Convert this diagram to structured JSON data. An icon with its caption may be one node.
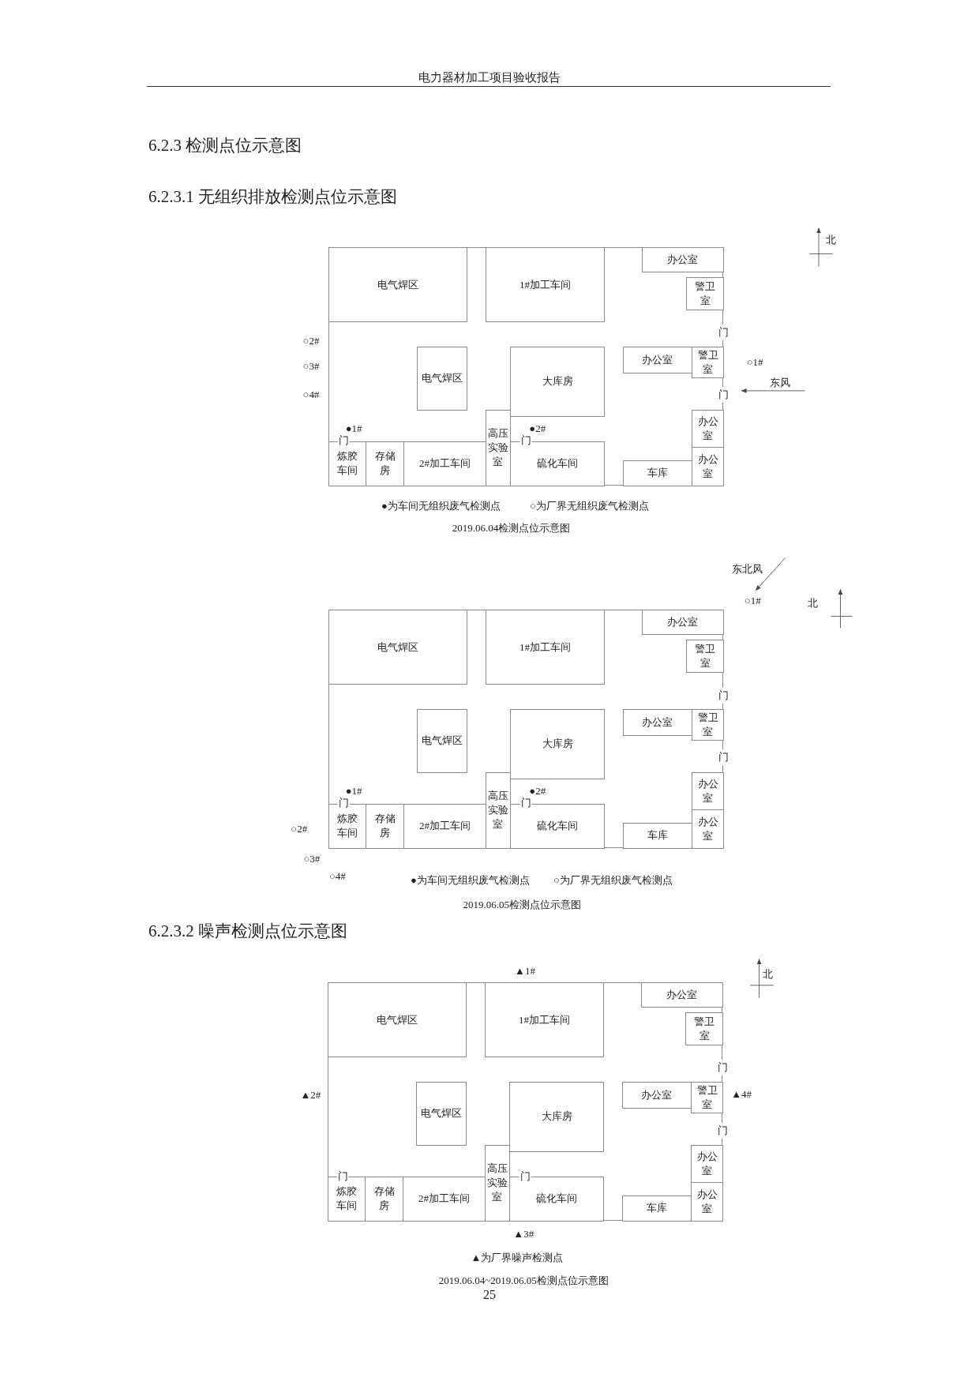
{
  "diagram": {
    "title": "6.2.3 检测点位示意图",
    "nodes": [
      {
        "text": [],
        "shape": "box"
      },
      {
        "text": [
          "电气焊区"
        ],
        "in": 0
      },
      {
        "text": [
          "1#加工车间"
        ],
        "in": 0
      },
      {
        "text": [
          "办公室"
        ],
        "in": 0
      },
      {
        "text": [
          "警卫室"
        ],
        "in": 0
      },
      {
        "text": [
          "办公室"
        ],
        "in": 0
      },
      {
        "text": [
          "警卫室"
        ],
        "in": 0
      },
      {
        "text": [
          "电气焊区"
        ],
        "in": 0
      },
      {
        "text": [
          "大库房"
        ],
        "in": 0
      },
      {
        "text": [
          "办公室"
        ],
        "in": 0
      },
      {
        "text": [
          "高压实验室"
        ],
        "in": 0
      },
      {
        "text": [
          "炼胶车间"
        ],
        "in": 0
      },
      {
        "text": [
          "存储房"
        ],
        "in": 0
      },
      {
        "text": [
          "2#加工车间"
        ],
        "in": 0
      },
      {
        "text": [
          "硫化车间"
        ],
        "in": 0
      },
      {
        "text": [
          "车库"
        ],
        "in": 0
      },
      {
        "text": [
          "办公室"
        ],
        "in": 0
      },
      {
        "text": [],
        "shape": "box"
      },
      {
        "text": [
          "电气焊区"
        ],
        "in": 17
      },
      {
        "text": [
          "1#加工车间"
        ],
        "in": 17
      },
      {
        "text": [
          "办公室"
        ],
        "in": 17
      },
      {
        "text": [
          "警卫室"
        ],
        "in": 17
      },
      {
        "text": [
          "办公室"
        ],
        "in": 17
      },
      {
        "text": [
          "警卫室"
        ],
        "in": 17
      },
      {
        "text": [
          "电气焊区"
        ],
        "in": 17
      },
      {
        "text": [
          "大库房"
        ],
        "in": 17
      },
      {
        "text": [
          "办公室"
        ],
        "in": 17
      },
      {
        "text": [
          "高压实验室"
        ],
        "in": 17
      },
      {
        "text": [
          "炼胶车间"
        ],
        "in": 17
      },
      {
        "text": [
          "存储房"
        ],
        "in": 17
      },
      {
        "text": [
          "2#加工车间"
        ],
        "in": 17
      },
      {
        "text": [
          "硫化车间"
        ],
        "in": 17
      },
      {
        "text": [
          "车库"
        ],
        "in": 17
      },
      {
        "text": [
          "办公室"
        ],
        "in": 17
      },
      {
        "text": [],
        "shape": "box"
      },
      {
        "text": [
          "电气焊区"
        ],
        "in": 34
      },
      {
        "text": [
          "1#加工车间"
        ],
        "in": 34
      },
      {
        "text": [
          "办公室"
        ],
        "in": 34
      },
      {
        "text": [
          "警卫室"
        ],
        "in": 34
      },
      {
        "text": [
          "办公室"
        ],
        "in": 34
      },
      {
        "text": [
          "警卫室"
        ],
        "in": 34
      },
      {
        "text": [
          "电气焊区"
        ],
        "in": 34
      },
      {
        "text": [
          "大库房"
        ],
        "in": 34
      },
      {
        "text": [
          "办公室"
        ],
        "in": 34
      },
      {
        "text": [
          "高压实验室"
        ],
        "in": 34
      },
      {
        "text": [
          "炼胶车间"
        ],
        "in": 34
      },
      {
        "text": [
          "存储房"
        ],
        "in": 34
      },
      {
        "text": [
          "2#加工车间"
        ],
        "in": 34
      },
      {
        "text": [
          "硫化车间"
        ],
        "in": 34
      },
      {
        "text": [
          "车库"
        ],
        "in": 34
      },
      {
        "text": [
          "办公室"
        ],
        "in": 34
      }
    ],
    "labels": [
      "电力器材加工项目验收报告",
      "6.2.3.1 无组织排放检测点位示意图",
      "北",
      "门",
      "○2#",
      "○1#",
      "○3#",
      "东风",
      "○4#",
      "门",
      "●1#",
      "●2#",
      "门",
      "门",
      "●为车间无组织废气检测点",
      "○为厂界无组织废气检测点",
      "2019.06.04检测点位示意图",
      "东北风",
      "○1#",
      "北",
      "门",
      "门",
      "●1#",
      "●2#",
      "门",
      "门",
      "○2#",
      "○3#",
      "○4#",
      "●为车间无组织废气检测点",
      "○为厂界无组织废气检测点",
      "2019.06.05检测点位示意图",
      "6.2.3.2 噪声检测点位示意图",
      "▲1#",
      "北",
      "门",
      "▲2#",
      "▲4#",
      "门",
      "门",
      "门",
      "▲3#",
      "▲为厂界噪声检测点",
      "2019.06.04~2019.06.05检测点位示意图",
      "25"
    ]
  }
}
